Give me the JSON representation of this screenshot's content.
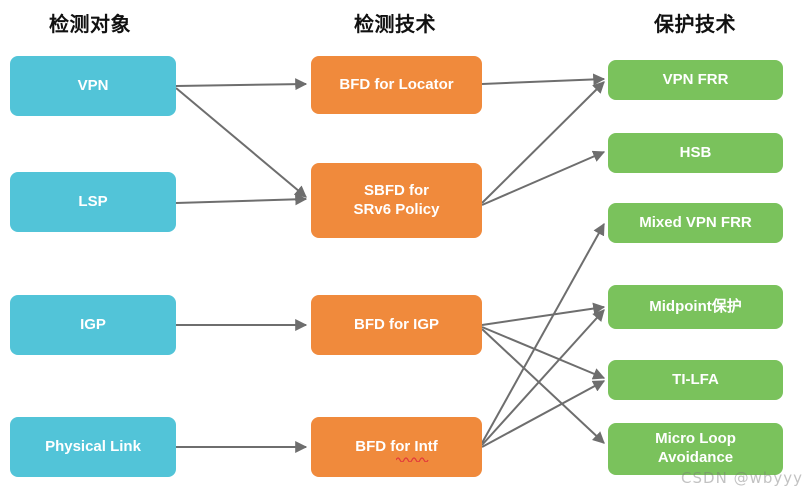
{
  "diagram": {
    "title_columns": [
      {
        "id": "detect-object",
        "label": "检测对象"
      },
      {
        "id": "detect-tech",
        "label": "检测技术"
      },
      {
        "id": "protect-tech",
        "label": "保护技术"
      }
    ],
    "colors": {
      "cyan": "#52c4d8",
      "orange": "#f08a3c",
      "green": "#7ac25c",
      "edge": "#6e6e6e",
      "background": "#ffffff",
      "node_text": "#ffffff",
      "header_text": "#111111"
    },
    "columns": {
      "detect_object": {
        "nodes": [
          {
            "id": "vpn",
            "label": "VPN",
            "lines": [
              "VPN"
            ]
          },
          {
            "id": "lsp",
            "label": "LSP",
            "lines": [
              "LSP"
            ]
          },
          {
            "id": "igp",
            "label": "IGP",
            "lines": [
              "IGP"
            ]
          },
          {
            "id": "physical-link",
            "label": "Physical Link",
            "lines": [
              "Physical Link"
            ]
          }
        ]
      },
      "detect_tech": {
        "nodes": [
          {
            "id": "bfd-locator",
            "label": "BFD for Locator",
            "lines": [
              "BFD for Locator"
            ]
          },
          {
            "id": "sbfd-srv6",
            "label": "SBFD for SRv6 Policy",
            "lines": [
              "SBFD for",
              "SRv6 Policy"
            ]
          },
          {
            "id": "bfd-igp",
            "label": "BFD for IGP",
            "lines": [
              "BFD for IGP"
            ]
          },
          {
            "id": "bfd-intf",
            "label": "BFD for Intf",
            "lines": [
              "BFD for Intf"
            ],
            "spellcheck_underline": true
          }
        ]
      },
      "protect_tech": {
        "nodes": [
          {
            "id": "vpn-frr",
            "label": "VPN FRR",
            "lines": [
              "VPN FRR"
            ]
          },
          {
            "id": "hsb",
            "label": "HSB",
            "lines": [
              "HSB"
            ]
          },
          {
            "id": "mixed-vpn-frr",
            "label": "Mixed VPN FRR",
            "lines": [
              "Mixed VPN FRR"
            ]
          },
          {
            "id": "midpoint",
            "label": "Midpoint保护",
            "lines": [
              "Midpoint保护"
            ]
          },
          {
            "id": "ti-lfa",
            "label": "TI-LFA",
            "lines": [
              "TI-LFA"
            ]
          },
          {
            "id": "micro-loop",
            "label": "Micro Loop Avoidance",
            "lines": [
              "Micro Loop",
              "Avoidance"
            ]
          }
        ]
      }
    },
    "edges": [
      {
        "from": "vpn",
        "to": "bfd-locator"
      },
      {
        "from": "vpn",
        "to": "sbfd-srv6"
      },
      {
        "from": "lsp",
        "to": "sbfd-srv6"
      },
      {
        "from": "igp",
        "to": "bfd-igp"
      },
      {
        "from": "physical-link",
        "to": "bfd-intf"
      },
      {
        "from": "bfd-locator",
        "to": "vpn-frr"
      },
      {
        "from": "sbfd-srv6",
        "to": "vpn-frr"
      },
      {
        "from": "sbfd-srv6",
        "to": "hsb"
      },
      {
        "from": "bfd-igp",
        "to": "midpoint"
      },
      {
        "from": "bfd-igp",
        "to": "ti-lfa"
      },
      {
        "from": "bfd-igp",
        "to": "micro-loop"
      },
      {
        "from": "bfd-intf",
        "to": "mixed-vpn-frr"
      },
      {
        "from": "bfd-intf",
        "to": "midpoint"
      },
      {
        "from": "bfd-intf",
        "to": "ti-lfa"
      }
    ],
    "watermark": "CSDN @wbyyy"
  }
}
